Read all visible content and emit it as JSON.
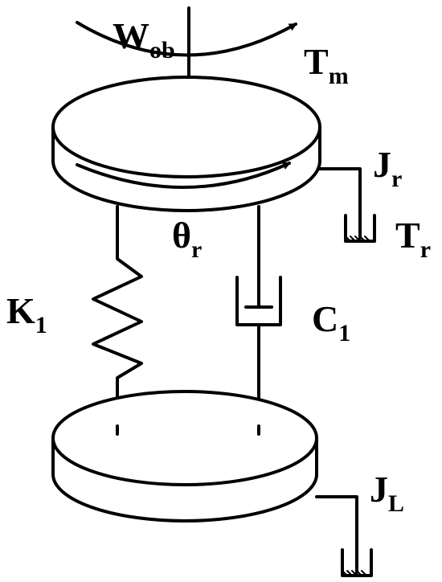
{
  "diagram": {
    "labels": {
      "wob": {
        "main": "W",
        "sub": "ob"
      },
      "tm": {
        "main": "T",
        "sub": "m"
      },
      "jr": {
        "main": "J",
        "sub": "r"
      },
      "theta_r": {
        "main": "θ",
        "sub": "r"
      },
      "tr": {
        "main": "T",
        "sub": "r"
      },
      "k1": {
        "main": "K",
        "sub": "1"
      },
      "c1": {
        "main": "C",
        "sub": "1"
      },
      "jl": {
        "main": "J",
        "sub": "L"
      }
    }
  }
}
